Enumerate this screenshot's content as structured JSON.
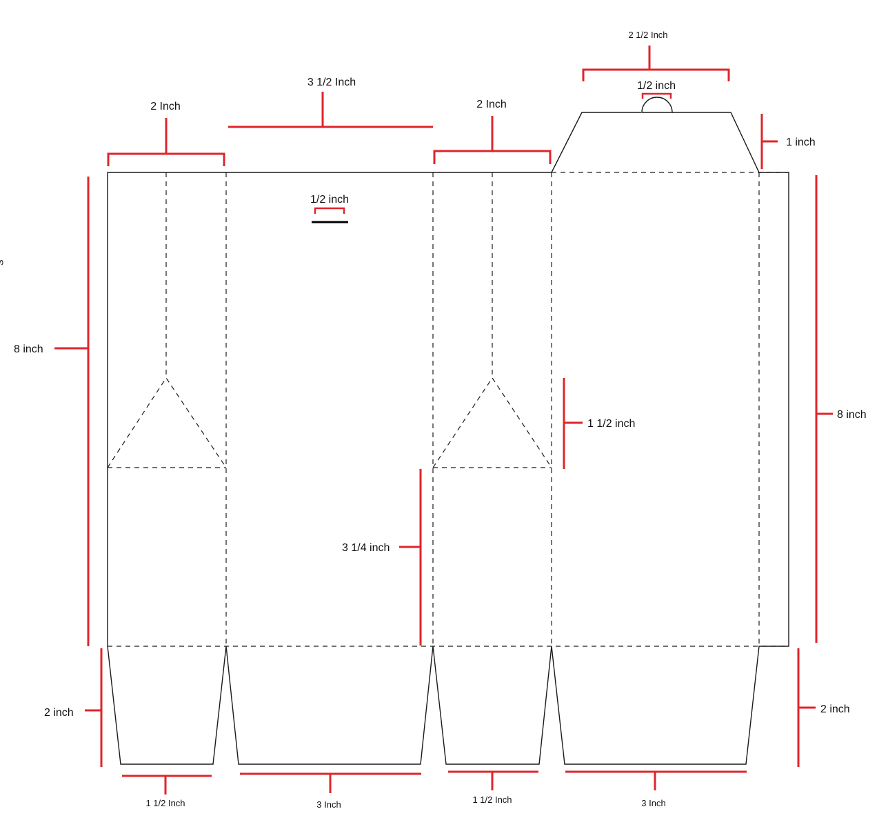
{
  "colors": {
    "dimension": "#e0242b",
    "outline": "#1a1a1a",
    "background": "#ffffff"
  },
  "labels": {
    "top_handle_width": "2 1/2  Inch",
    "handle_hole": "1/2 inch",
    "front_width": "3 1/2 Inch",
    "side_left_width": "2 Inch",
    "side_right_width": "2 Inch",
    "handle_height": "1 inch",
    "slot_width": "1/2 inch",
    "left_height": "8 inch",
    "right_height": "8 inch",
    "triangle_height": "1 1/2 inch",
    "lower_panel_height": "3 1/4 inch",
    "bottom_left_height": "2 inch",
    "bottom_right_height": "2 inch",
    "bottom_1": "1 1/2  Inch",
    "bottom_2": "3  Inch",
    "bottom_3": "1 1/2  Inch",
    "bottom_4": "3  Inch",
    "edge_fragment": "S"
  }
}
